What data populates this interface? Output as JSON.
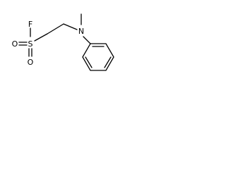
{
  "structure": {
    "atoms": {
      "fluorine": "F",
      "sulfur": "S",
      "oxygen_1": "O",
      "oxygen_2": "O",
      "nitrogen": "N"
    }
  }
}
